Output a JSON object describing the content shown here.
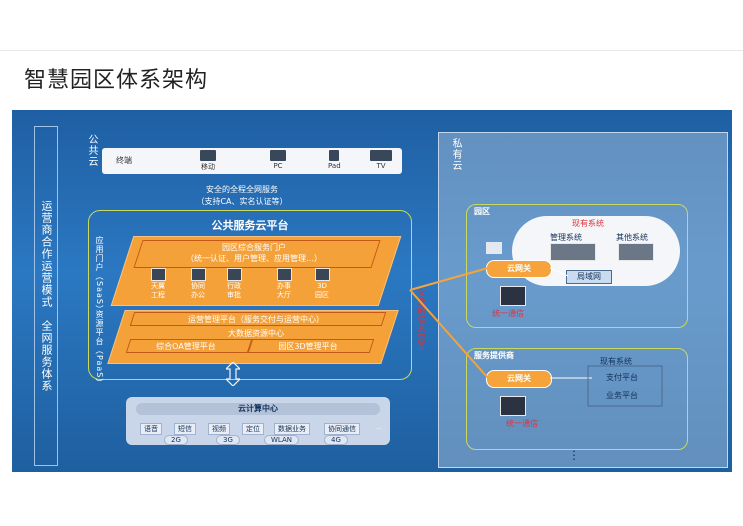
{
  "slide": {
    "title": "智慧园区体系架构"
  },
  "sidebar": {
    "label": "运营商合作运营模式　全网服务体系"
  },
  "public_cloud": {
    "side_label": "公共云",
    "terminal": {
      "label": "终端",
      "devices": [
        "移动",
        "PC",
        "Pad",
        "TV"
      ]
    },
    "security": {
      "line1": "安全的全程全网服务",
      "line2": "（支持CA、实名认证等）"
    },
    "platform_title": "公共服务云平台",
    "app_portal_label": "应用门户（SaaS）",
    "resource_platform_label": "资源平台（PaaS）",
    "portal": {
      "line1": "园区综合服务门户",
      "line2": "（统一认证、用户管理、应用管理…）"
    },
    "apps": [
      {
        "line1": "天翼",
        "line2": "工程"
      },
      {
        "line1": "协同",
        "line2": "办公"
      },
      {
        "line1": "行政",
        "line2": "审批"
      },
      {
        "line1": "办事",
        "line2": "大厅"
      },
      {
        "line1": "3D",
        "line2": "园区"
      }
    ],
    "ops_platform": "运营管理平台（服务交付与运营中心）",
    "bigdata": "大数据资源中心",
    "oa_platform": "综合OA管理平台",
    "park3d_platform": "园区3D管理平台",
    "security_exchange": "安全的信息交互",
    "compute": {
      "title": "云计算中心",
      "capabilities": [
        "语音",
        "短信",
        "视频",
        "定位",
        "数据业务",
        "协同通信",
        "…"
      ],
      "networks": [
        "2G",
        "3G",
        "WLAN",
        "4G"
      ]
    }
  },
  "private_cloud": {
    "side_label": "私有云",
    "park": {
      "title": "园区",
      "existing_systems": "现有系统",
      "mgmt_system": "管理系统",
      "other_system": "其他系统",
      "lan": "局域网",
      "gateway": "云网关",
      "unified_comm": "统一通信"
    },
    "provider": {
      "title": "服务提供商",
      "existing_systems": "现有系统",
      "payment": "支付平台",
      "business": "业务平台",
      "gateway": "云网关",
      "unified_comm": "统一通信"
    },
    "ellipsis": "⋮"
  },
  "colors": {
    "background": "#2b78c2",
    "accent_orange": "#f5a13a",
    "border_green": "#c9d95b",
    "alert_red": "#e0323a"
  }
}
